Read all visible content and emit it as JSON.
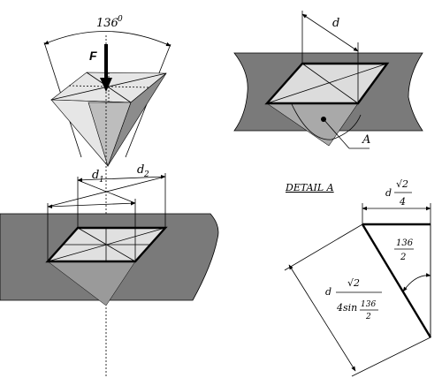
{
  "labels": {
    "angle": "136",
    "angle_degree": "0",
    "force": "F",
    "d1": "d",
    "d1_sub": "1",
    "d2": "d",
    "d2_sub": "2",
    "d_top": "d",
    "point_a": "A",
    "detail_title": "DETAIL A",
    "top_formula_d": "d",
    "top_formula_num": "√2",
    "top_formula_den": "4",
    "angle_formula_num": "136",
    "angle_formula_den": "2",
    "side_formula_d": "d",
    "side_formula_num": "√2",
    "side_formula_den_prefix": "4sin",
    "side_formula_den_num": "136",
    "side_formula_den_den": "2"
  }
}
